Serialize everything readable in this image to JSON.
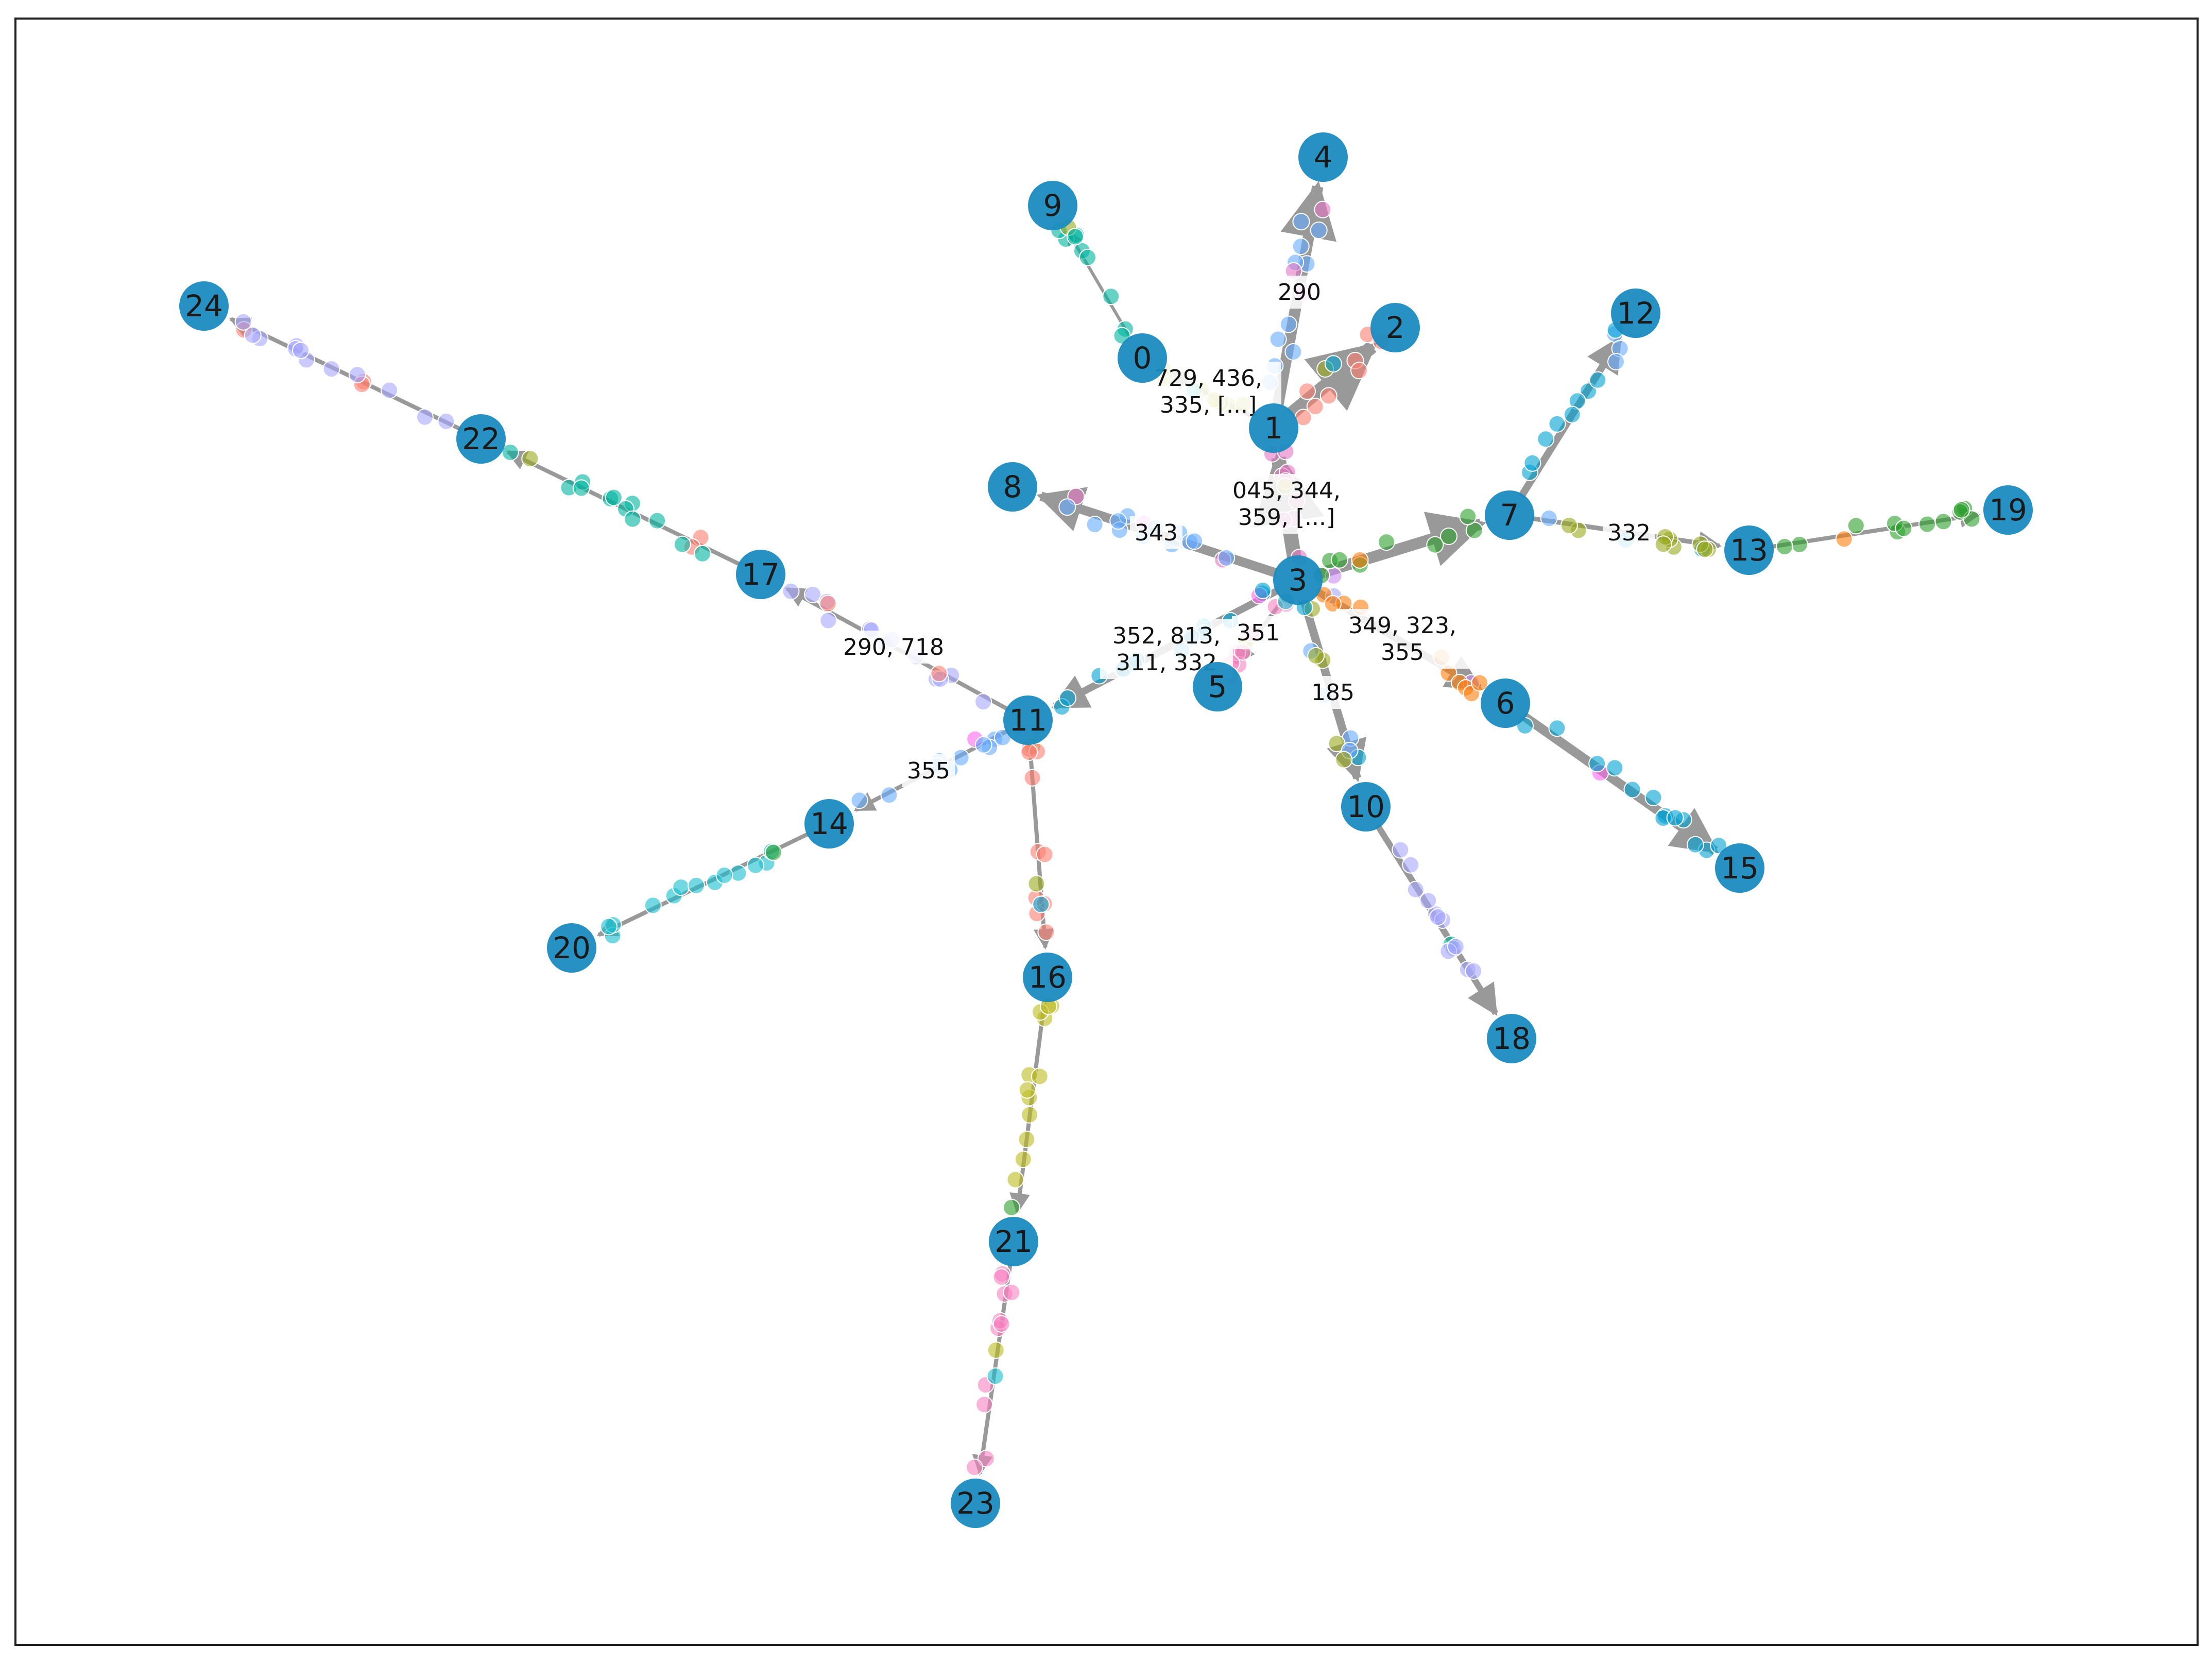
{
  "diagram": {
    "type": "trajectory-graph",
    "colors": {
      "node_fill": "#1a8bbf",
      "edge": "#999999",
      "frame": "#222222",
      "label_bg": "#ffffff"
    },
    "nodes": [
      {
        "id": "0",
        "label": "0"
      },
      {
        "id": "1",
        "label": "1"
      },
      {
        "id": "2",
        "label": "2"
      },
      {
        "id": "3",
        "label": "3"
      },
      {
        "id": "4",
        "label": "4"
      },
      {
        "id": "5",
        "label": "5"
      },
      {
        "id": "6",
        "label": "6"
      },
      {
        "id": "7",
        "label": "7"
      },
      {
        "id": "8",
        "label": "8"
      },
      {
        "id": "9",
        "label": "9"
      },
      {
        "id": "10",
        "label": "10"
      },
      {
        "id": "11",
        "label": "11"
      },
      {
        "id": "12",
        "label": "12"
      },
      {
        "id": "13",
        "label": "13"
      },
      {
        "id": "14",
        "label": "14"
      },
      {
        "id": "15",
        "label": "15"
      },
      {
        "id": "16",
        "label": "16"
      },
      {
        "id": "17",
        "label": "17"
      },
      {
        "id": "18",
        "label": "18"
      },
      {
        "id": "19",
        "label": "19"
      },
      {
        "id": "20",
        "label": "20"
      },
      {
        "id": "21",
        "label": "21"
      },
      {
        "id": "22",
        "label": "22"
      },
      {
        "id": "23",
        "label": "23"
      },
      {
        "id": "24",
        "label": "24"
      }
    ],
    "edges": [
      {
        "source": "3",
        "target": "1",
        "label": "045, 344,\n359, [...]"
      },
      {
        "source": "1",
        "target": "0",
        "label": "729, 436,\n335, [...]"
      },
      {
        "source": "1",
        "target": "4",
        "label": "290"
      },
      {
        "source": "1",
        "target": "2",
        "label": ""
      },
      {
        "source": "3",
        "target": "8",
        "label": "343"
      },
      {
        "source": "3",
        "target": "7",
        "label": ""
      },
      {
        "source": "7",
        "target": "12",
        "label": ""
      },
      {
        "source": "7",
        "target": "13",
        "label": "332"
      },
      {
        "source": "13",
        "target": "19",
        "label": ""
      },
      {
        "source": "3",
        "target": "6",
        "label": "349, 323,\n355"
      },
      {
        "source": "6",
        "target": "15",
        "label": ""
      },
      {
        "source": "3",
        "target": "10",
        "label": "185"
      },
      {
        "source": "10",
        "target": "18",
        "label": ""
      },
      {
        "source": "3",
        "target": "5",
        "label": "351"
      },
      {
        "source": "3",
        "target": "11",
        "label": "352, 813,\n311, 332"
      },
      {
        "source": "11",
        "target": "17",
        "label": "290, 718"
      },
      {
        "source": "17",
        "target": "22",
        "label": ""
      },
      {
        "source": "22",
        "target": "24",
        "label": ""
      },
      {
        "source": "11",
        "target": "14",
        "label": "355"
      },
      {
        "source": "14",
        "target": "20",
        "label": ""
      },
      {
        "source": "11",
        "target": "16",
        "label": ""
      },
      {
        "source": "16",
        "target": "21",
        "label": ""
      },
      {
        "source": "21",
        "target": "23",
        "label": ""
      },
      {
        "source": "0",
        "target": "9",
        "label": ""
      }
    ],
    "cell_colors": [
      "#e377c2",
      "#f781bf",
      "#bcbd22",
      "#17becf",
      "#2ca02c",
      "#ff7f0e",
      "#c98af3",
      "#a6a6ff",
      "#00b4a0",
      "#fa7f6f",
      "#9aa81e",
      "#00a2d4",
      "#66aaff",
      "#ff66ee"
    ]
  }
}
